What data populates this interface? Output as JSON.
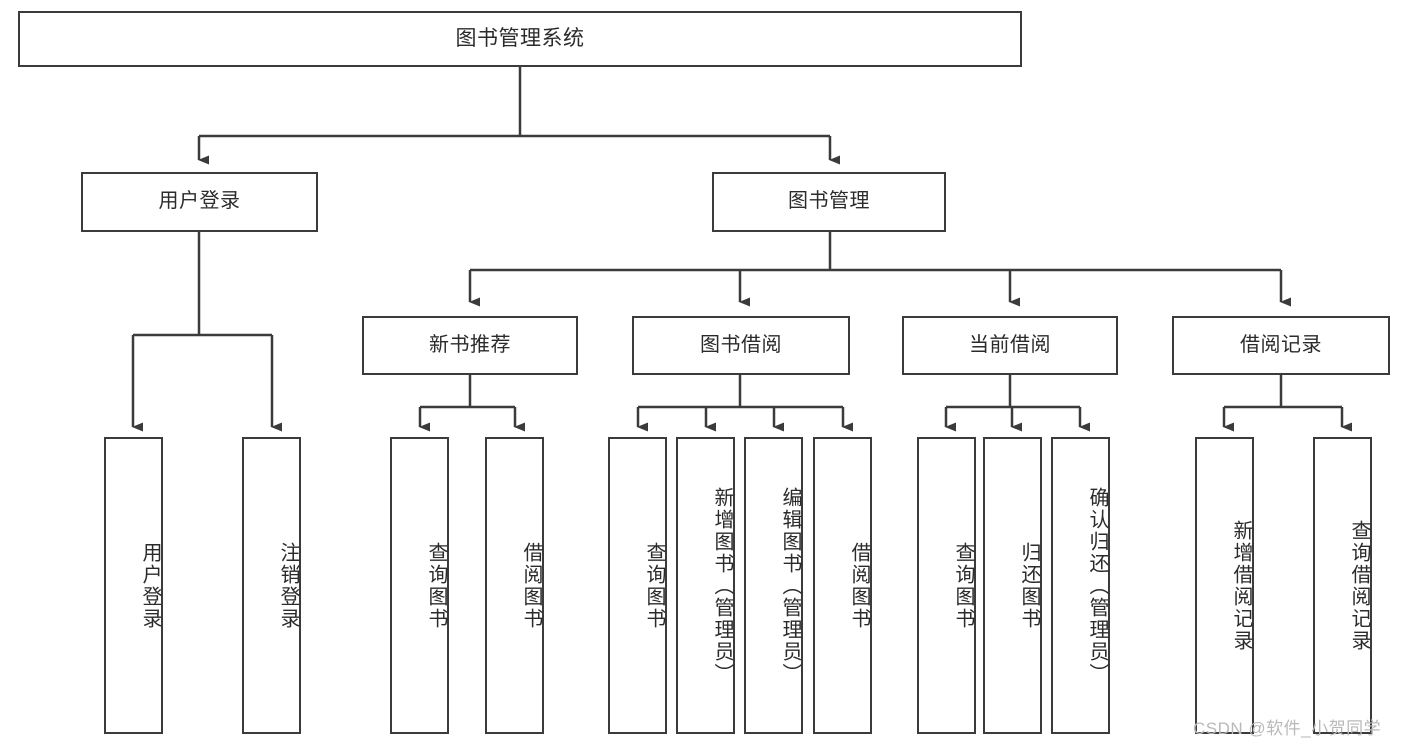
{
  "diagram": {
    "title": "图书管理系统",
    "type": "hierarchy-tree",
    "levels": 4,
    "root": {
      "label": "图书管理系统"
    },
    "level2": [
      {
        "label": "用户登录"
      },
      {
        "label": "图书管理"
      }
    ],
    "level3": [
      {
        "label": "新书推荐"
      },
      {
        "label": "图书借阅"
      },
      {
        "label": "当前借阅"
      },
      {
        "label": "借阅记录"
      }
    ],
    "leaves_user_login": [
      {
        "label": "用户登录"
      },
      {
        "label": "注销登录"
      }
    ],
    "leaves_new_book": [
      {
        "label": "查询图书"
      },
      {
        "label": "借阅图书"
      }
    ],
    "leaves_borrow": [
      {
        "label": "查询图书"
      },
      {
        "label": "新增图书（管理员）"
      },
      {
        "label": "编辑图书（管理员）"
      },
      {
        "label": "借阅图书"
      }
    ],
    "leaves_current": [
      {
        "label": "查询图书"
      },
      {
        "label": "归还图书"
      },
      {
        "label": "确认归还（管理员）"
      }
    ],
    "leaves_record": [
      {
        "label": "新增借阅记录"
      },
      {
        "label": "查询借阅记录"
      }
    ]
  },
  "watermark": {
    "text": "CSDN @软件_小贺同学"
  },
  "colors": {
    "stroke": "#3b3b3b",
    "text": "#2b2b2b",
    "background": "#ffffff",
    "watermark": "#b9b9b9"
  }
}
